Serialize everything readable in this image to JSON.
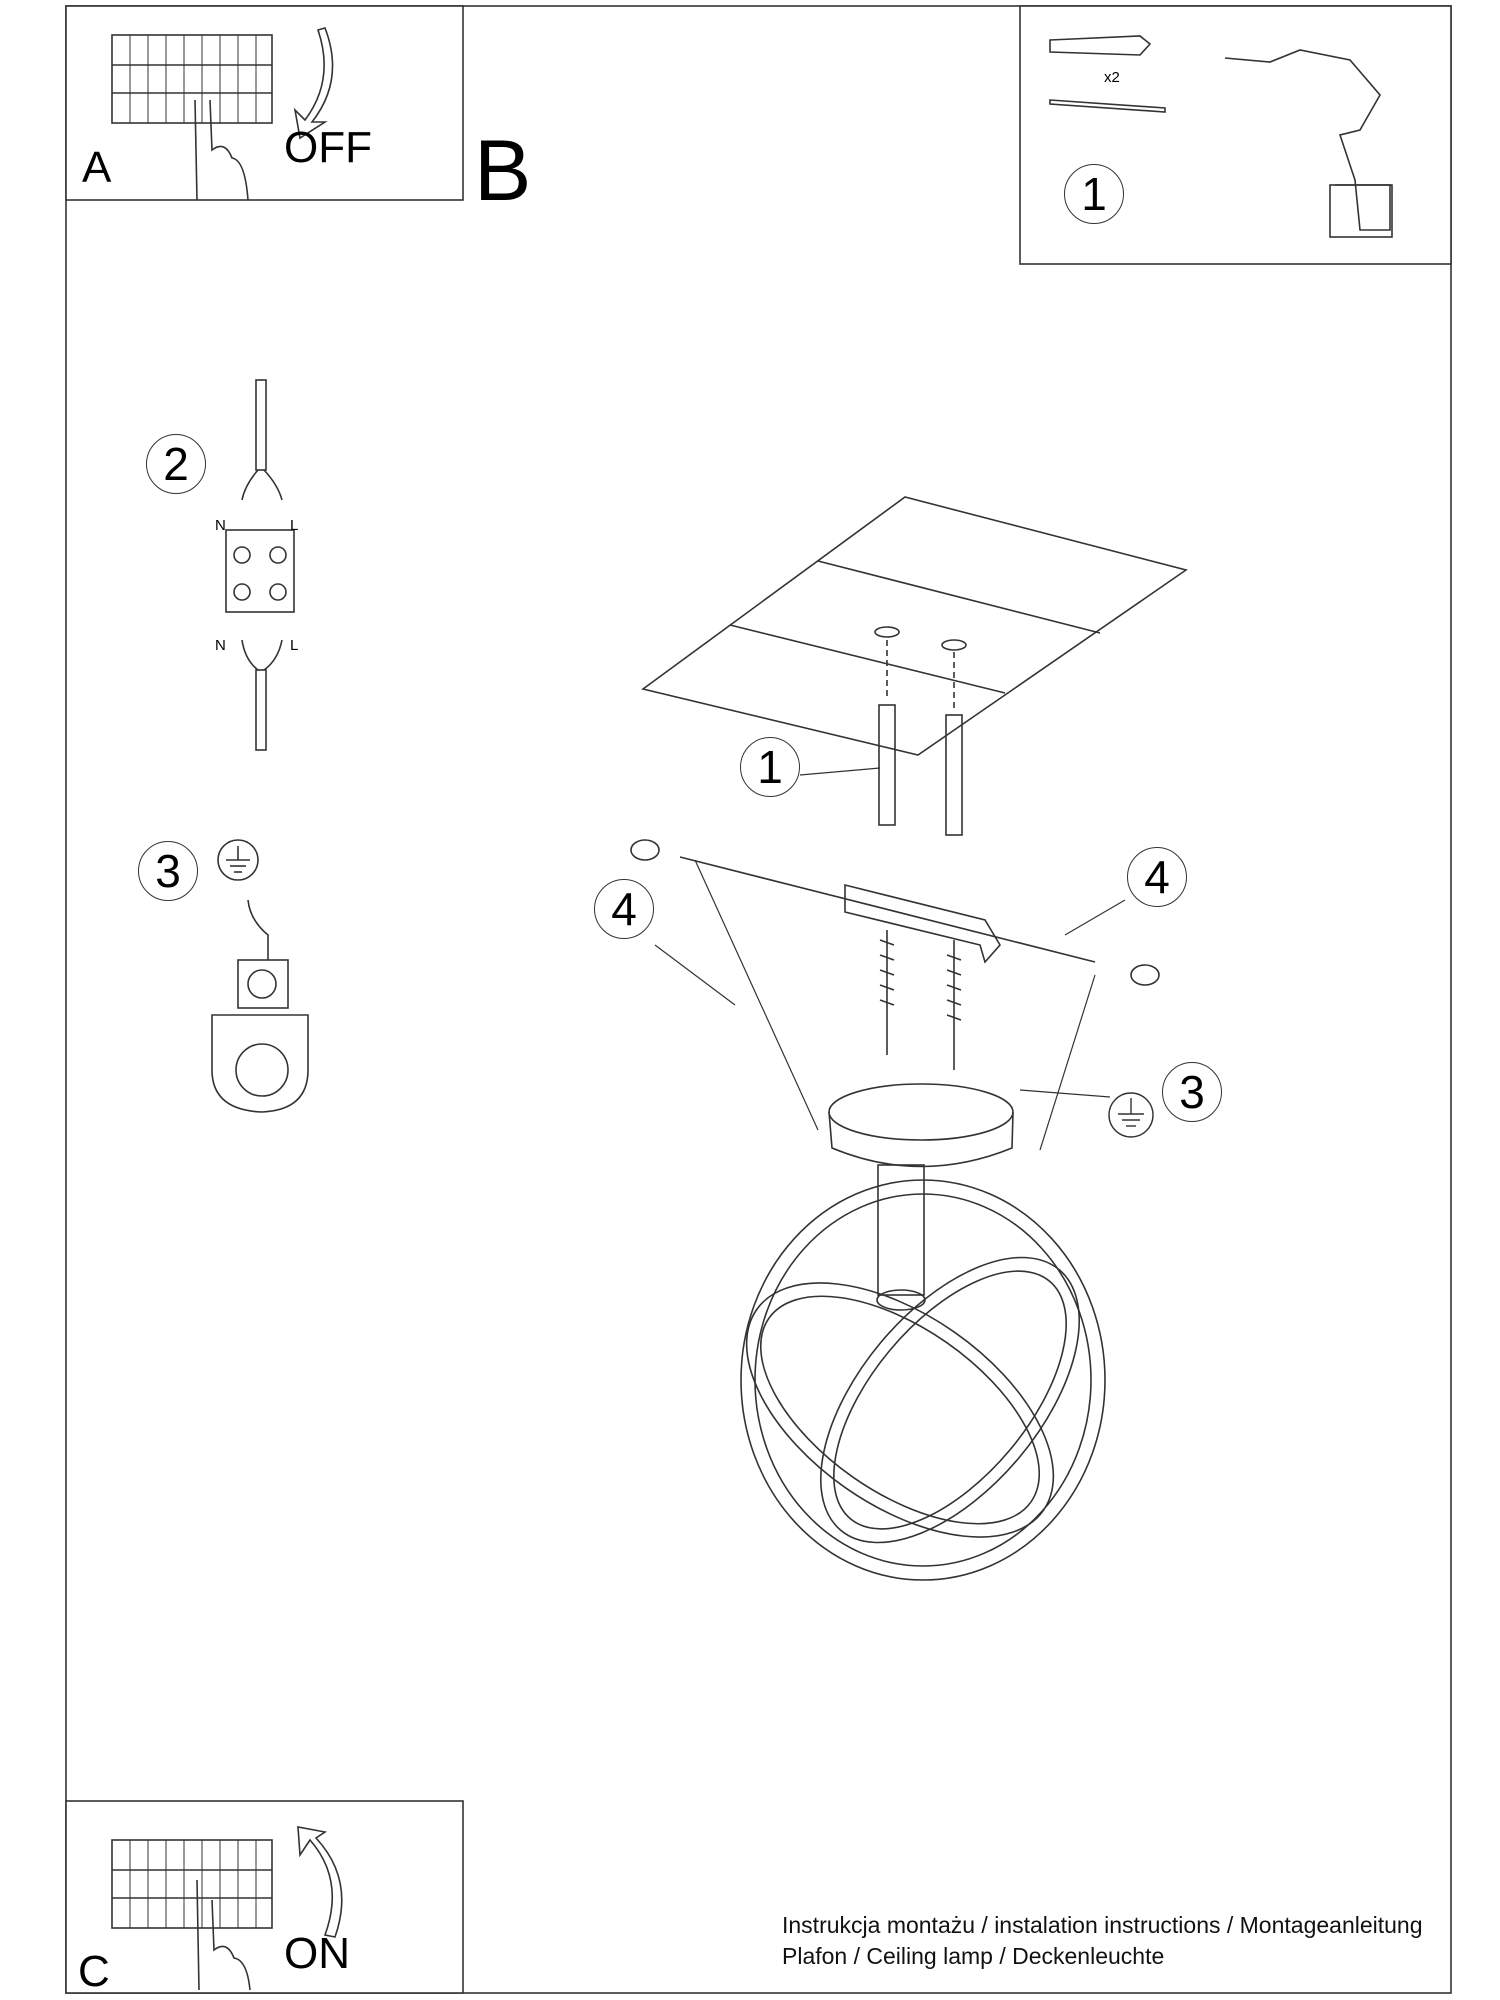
{
  "panels": {
    "a": {
      "letter": "A",
      "state": "OFF"
    },
    "b": {
      "letter": "B"
    },
    "c": {
      "letter": "C",
      "state": "ON"
    }
  },
  "tools_box": {
    "step": "1",
    "quantity": "x2"
  },
  "wiring": {
    "step": "2",
    "neutral_top": "N",
    "live_top": "L",
    "neutral_bottom": "N",
    "live_bottom": "L"
  },
  "ground": {
    "step": "3"
  },
  "assembly": {
    "screws_step": "1",
    "side_screw_left_step": "4",
    "side_screw_right_step": "4",
    "ground_step": "3"
  },
  "footer": {
    "line1": "Instrukcja montażu / instalation instructions / Montageanleitung",
    "line2": "Plafon / Ceiling lamp / Deckenleuchte"
  }
}
